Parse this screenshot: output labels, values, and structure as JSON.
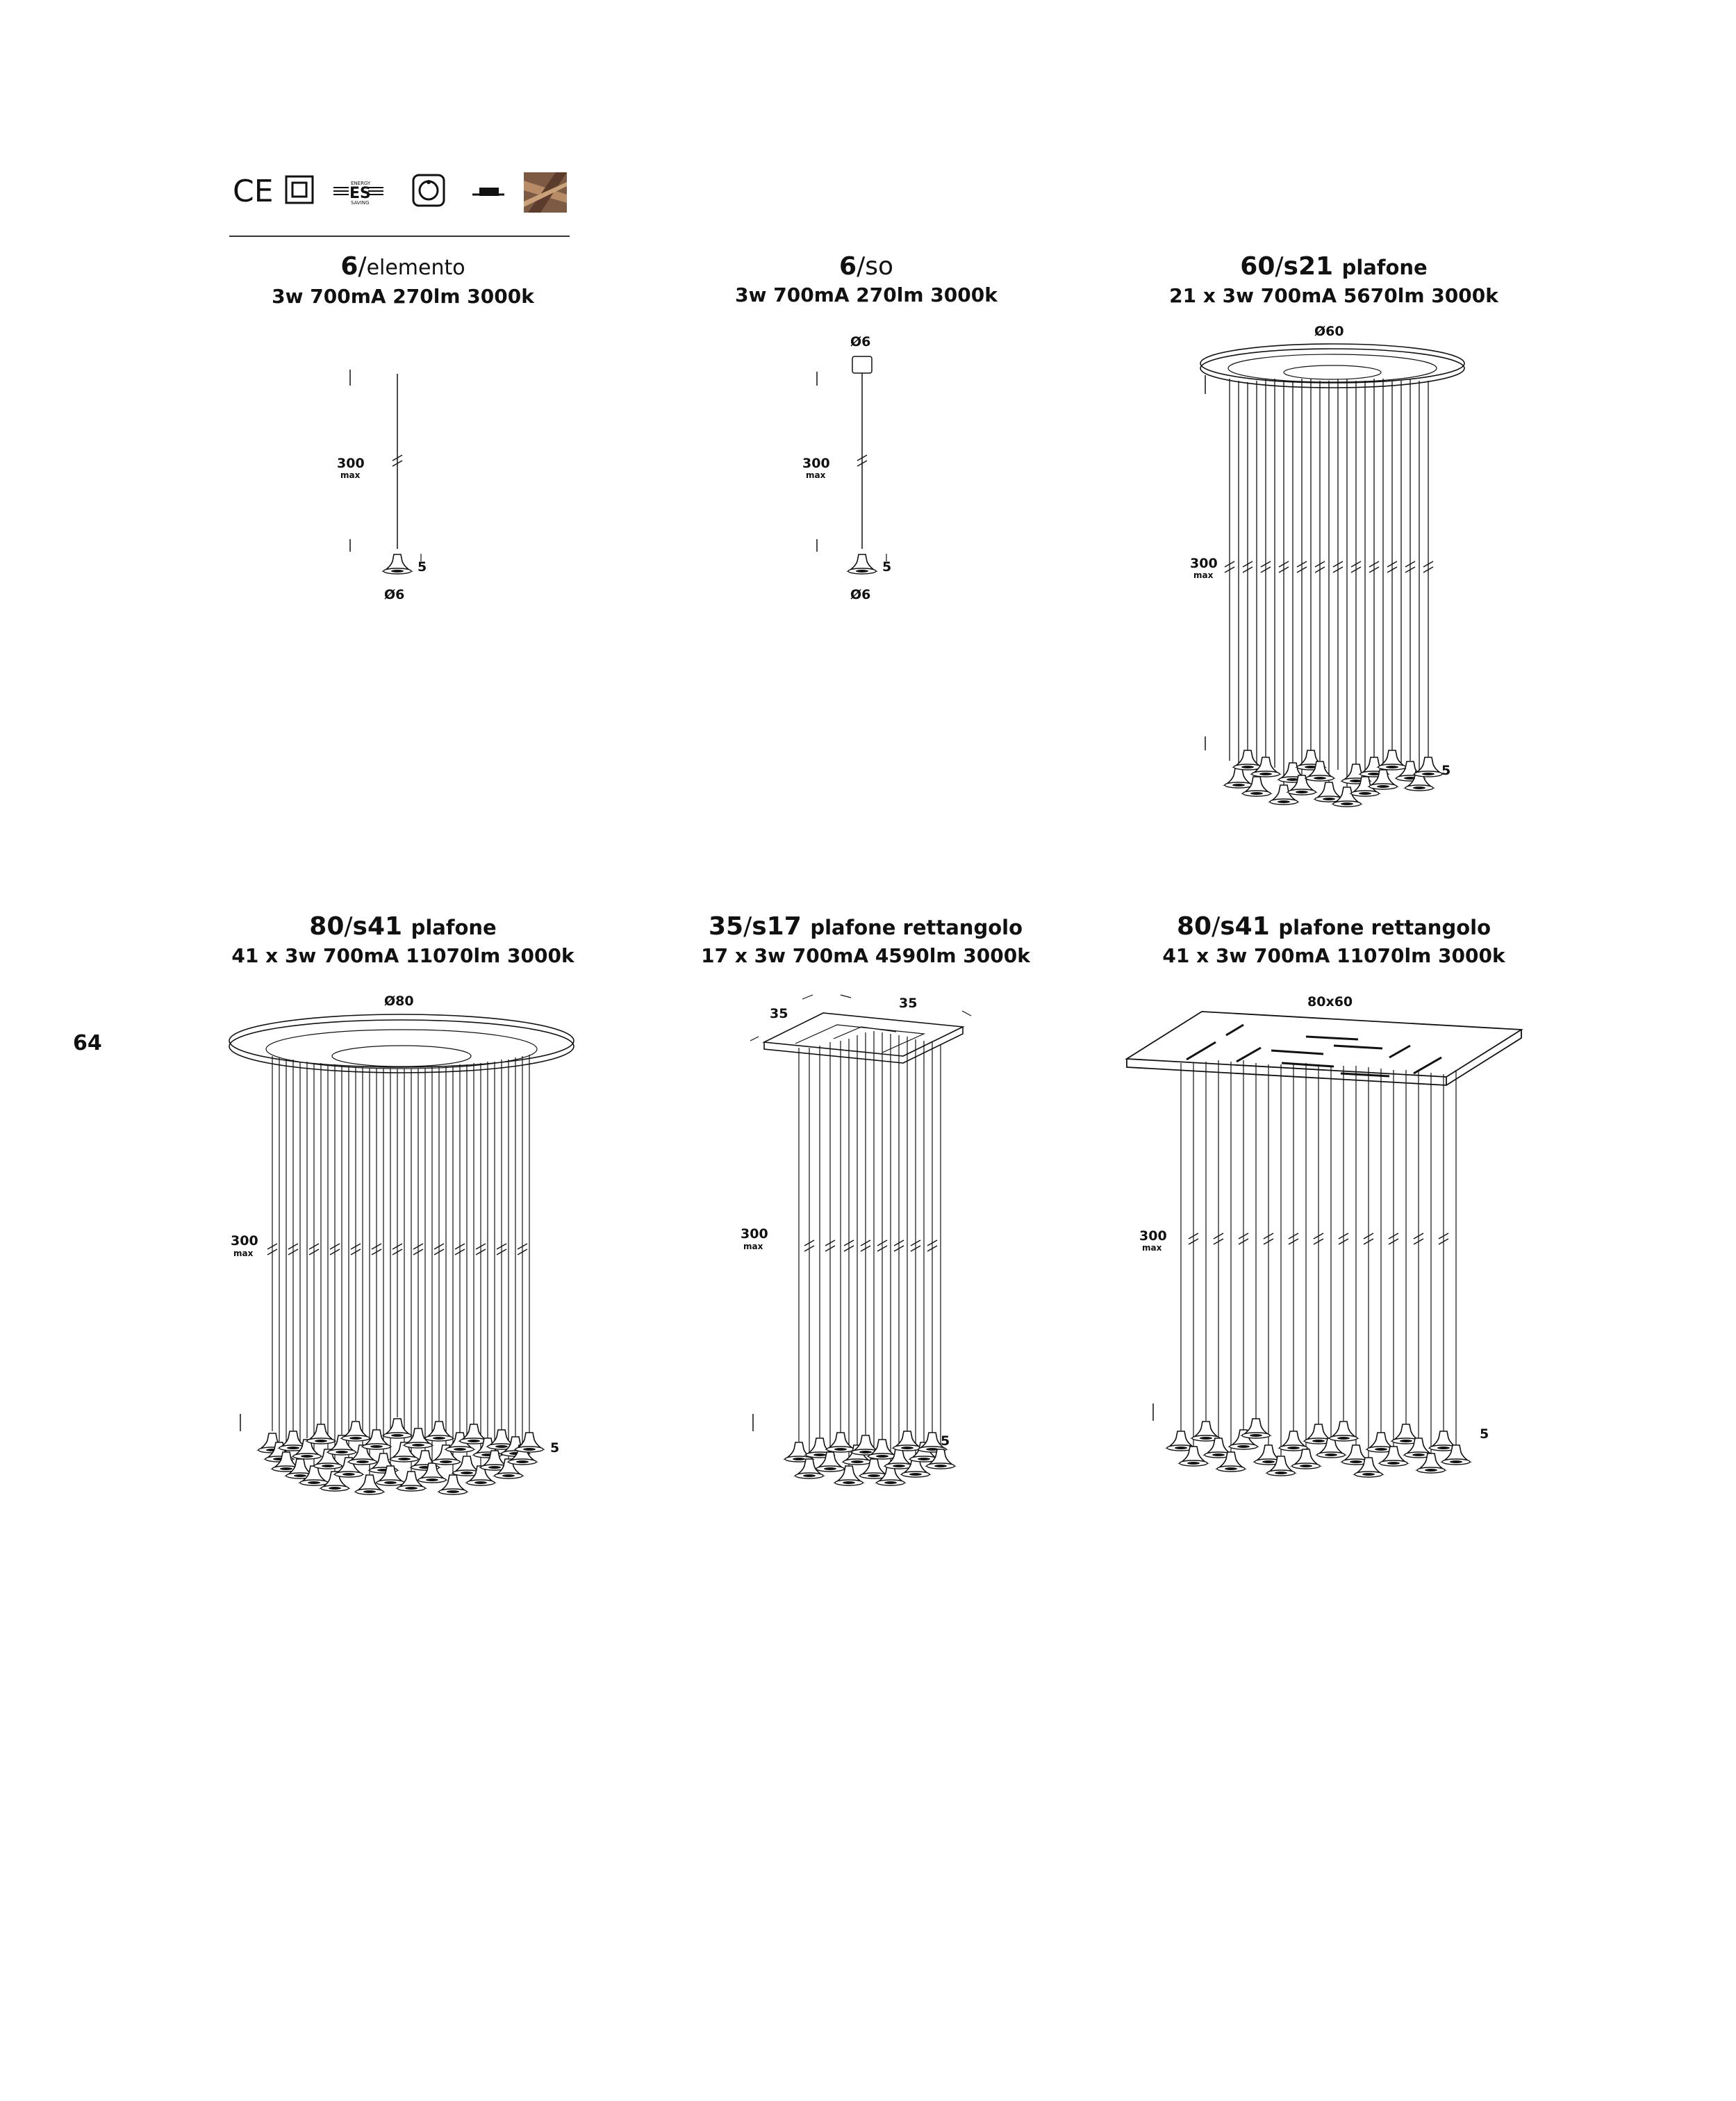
{
  "page_number": "64",
  "certifications": {
    "ce": "CE",
    "energy_small": "ENERGY",
    "es": "ES",
    "saving_small": "SAVING"
  },
  "products": [
    {
      "code_a": "6",
      "slash": "/",
      "code_b": "elemento",
      "desc": "",
      "spec": "3w 700mA 270lm 3000k",
      "dims": {
        "length": "300",
        "max": "max",
        "drop": "5",
        "diameter": "Ø6"
      }
    },
    {
      "code_a": "6",
      "slash": "/",
      "code_b": "so",
      "desc": "",
      "spec": "3w 700mA 270lm 3000k",
      "dims": {
        "top": "Ø6",
        "length": "300",
        "max": "max",
        "drop": "5",
        "diameter": "Ø6"
      }
    },
    {
      "code_a": "60",
      "slash": "/",
      "code_b": "s21",
      "desc": "plafone",
      "spec": "21 x 3w 700mA 5670lm 3000k",
      "dims": {
        "top": "Ø60",
        "length": "300",
        "max": "max",
        "drop": "5"
      }
    },
    {
      "code_a": "80",
      "slash": "/",
      "code_b": "s41",
      "desc": "plafone",
      "spec": "41 x 3w 700mA 11070lm 3000k",
      "dims": {
        "top": "Ø80",
        "length": "300",
        "max": "max",
        "drop": "5"
      }
    },
    {
      "code_a": "35",
      "slash": "/",
      "code_b": "s17",
      "desc": "plafone rettangolo",
      "spec": "17 x 3w 700mA 4590lm 3000k",
      "dims": {
        "side_a": "35",
        "side_b": "35",
        "length": "300",
        "max": "max",
        "drop": "5"
      }
    },
    {
      "code_a": "80",
      "slash": "/",
      "code_b": "s41",
      "desc": "plafone rettangolo",
      "spec": "41 x 3w 700mA 11070lm 3000k",
      "dims": {
        "top": "80x60",
        "length": "300",
        "max": "max",
        "drop": "5"
      }
    }
  ]
}
